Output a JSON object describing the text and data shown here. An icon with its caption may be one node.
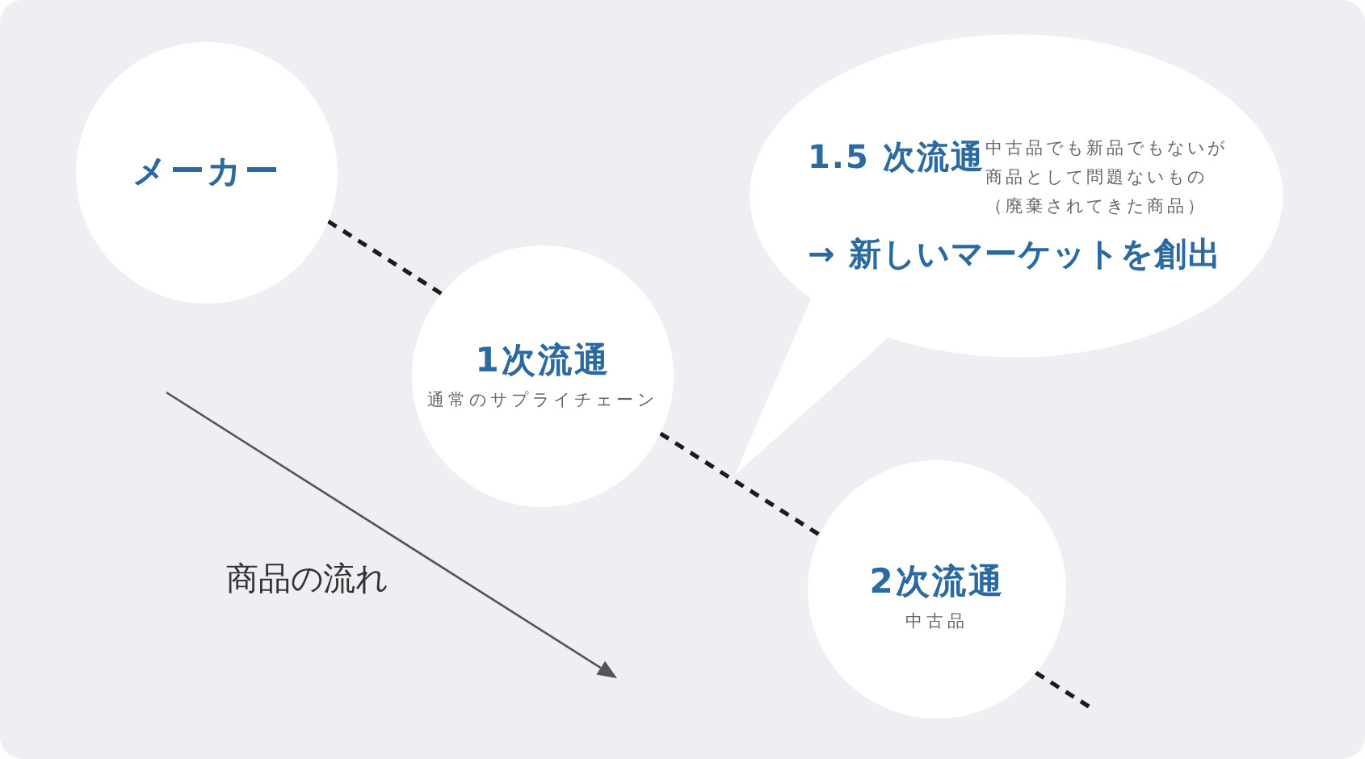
{
  "diagram": {
    "nodes": [
      {
        "text": [
          "メーカー"
        ]
      },
      {
        "text": [
          "1次流通",
          "通常のサプライチェーン"
        ]
      },
      {
        "text": [
          "1.5 次流通",
          "中古品でも新品でもないが商品として問題ないもの（廃棄されてきた商品）",
          "→ 新しいマーケットを創出"
        ]
      },
      {
        "text": [
          "2次流通",
          "中古品"
        ]
      }
    ],
    "edges": [
      {
        "from": 0,
        "to": 1,
        "arrow": "none",
        "style": "dashed"
      },
      {
        "from": 1,
        "to": 3,
        "arrow": "none",
        "style": "dashed"
      },
      {
        "from": 3,
        "to": null,
        "arrow": "none",
        "style": "dashed"
      }
    ],
    "labels": [
      "商品の流れ"
    ]
  }
}
